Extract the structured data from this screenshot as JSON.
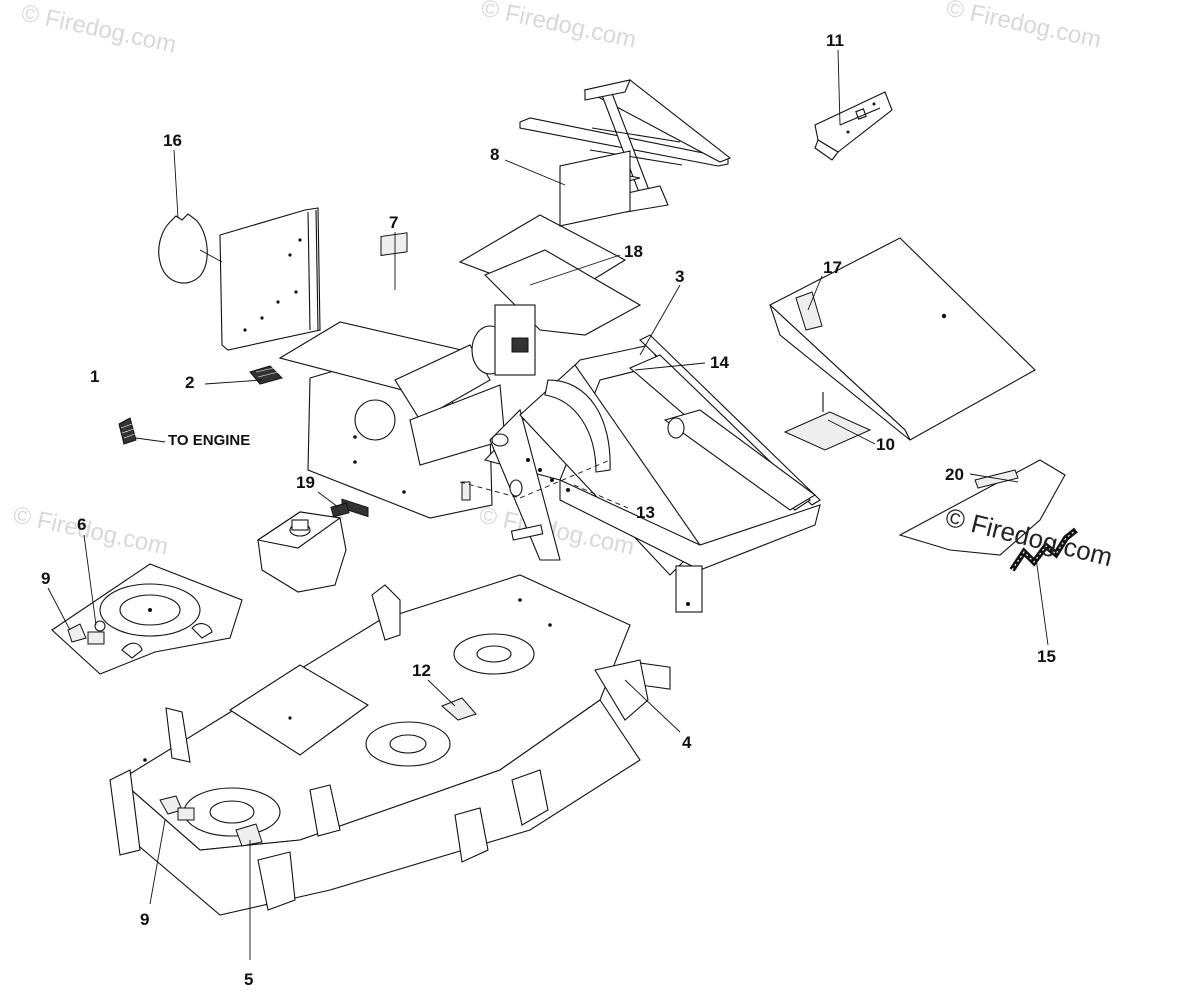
{
  "watermarks": {
    "top_left": "© Firedog.com",
    "top_center": "© Firedog.com",
    "top_right": "© Firedog.com",
    "mid_left": "© Firedog.com",
    "mid_center": "© Firedog.com",
    "front": "© Firedog.com"
  },
  "note_to_engine": "TO ENGINE",
  "callouts": {
    "c1": "1",
    "c2": "2",
    "c3": "3",
    "c4": "4",
    "c5": "5",
    "c6": "6",
    "c7": "7",
    "c8": "8",
    "c9a": "9",
    "c9b": "9",
    "c10": "10",
    "c11": "11",
    "c12": "12",
    "c13": "13",
    "c14": "14",
    "c15": "15",
    "c16": "16",
    "c17": "17",
    "c18": "18",
    "c19": "19",
    "c20": "20"
  }
}
